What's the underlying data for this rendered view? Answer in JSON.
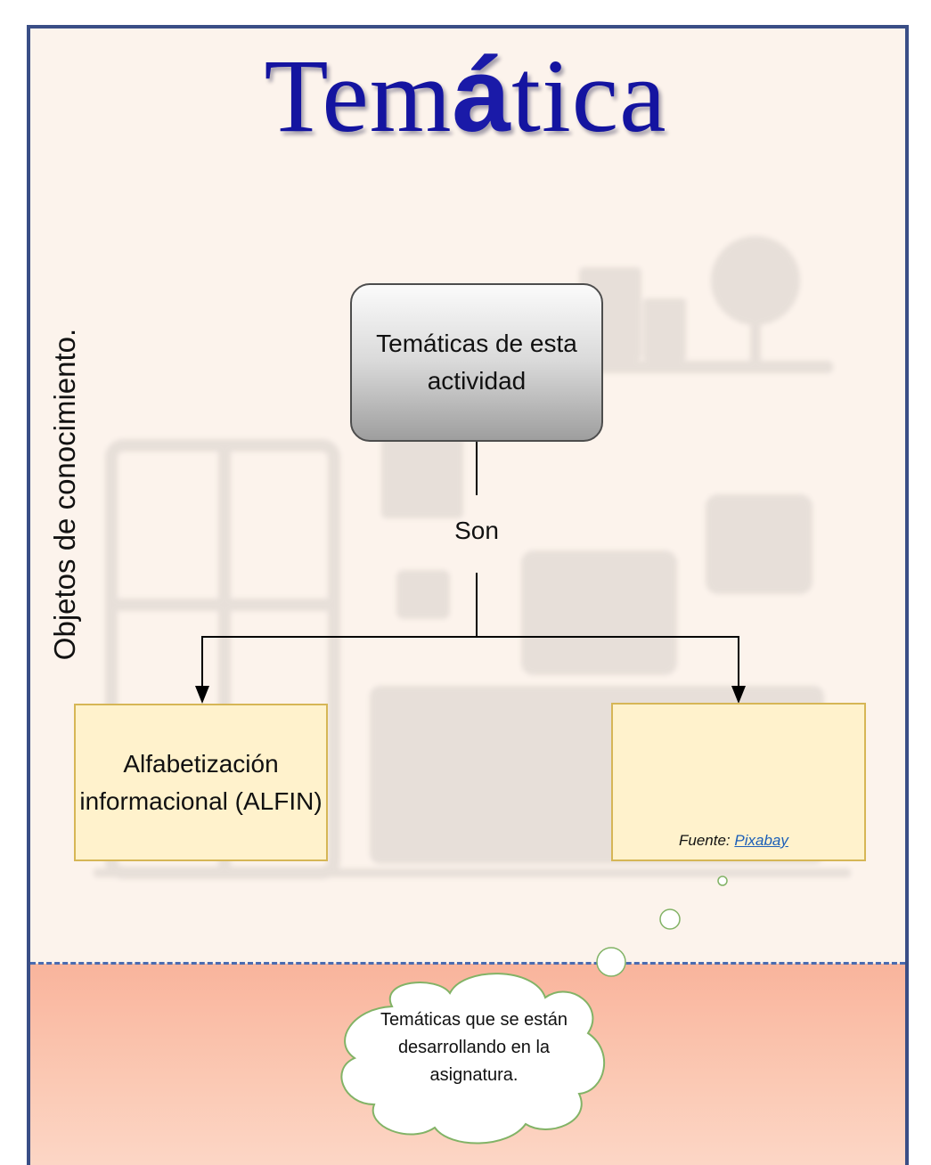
{
  "title": {
    "part1": "Tem",
    "accent": "á",
    "part2": "tica"
  },
  "side_label": "Objetos de conocimiento.",
  "diagram": {
    "top_node": "Temáticas de esta actividad",
    "connector_label": "Son",
    "left_node": "Alfabetización informacional (ALFIN)",
    "right_node": {
      "source_label": "Fuente:",
      "source_link": "Pixabay"
    }
  },
  "thought_cloud": "Temáticas que se están desarrollando en la asignatura.",
  "colors": {
    "title": "#1414a0",
    "frame_border": "#3a4e86",
    "dashed_line": "#4a6bb0",
    "leaf_fill": "#fff2cc",
    "leaf_border": "#d6b656",
    "cloud_outline": "#82b366",
    "bottom_band": "#f9b49c"
  }
}
